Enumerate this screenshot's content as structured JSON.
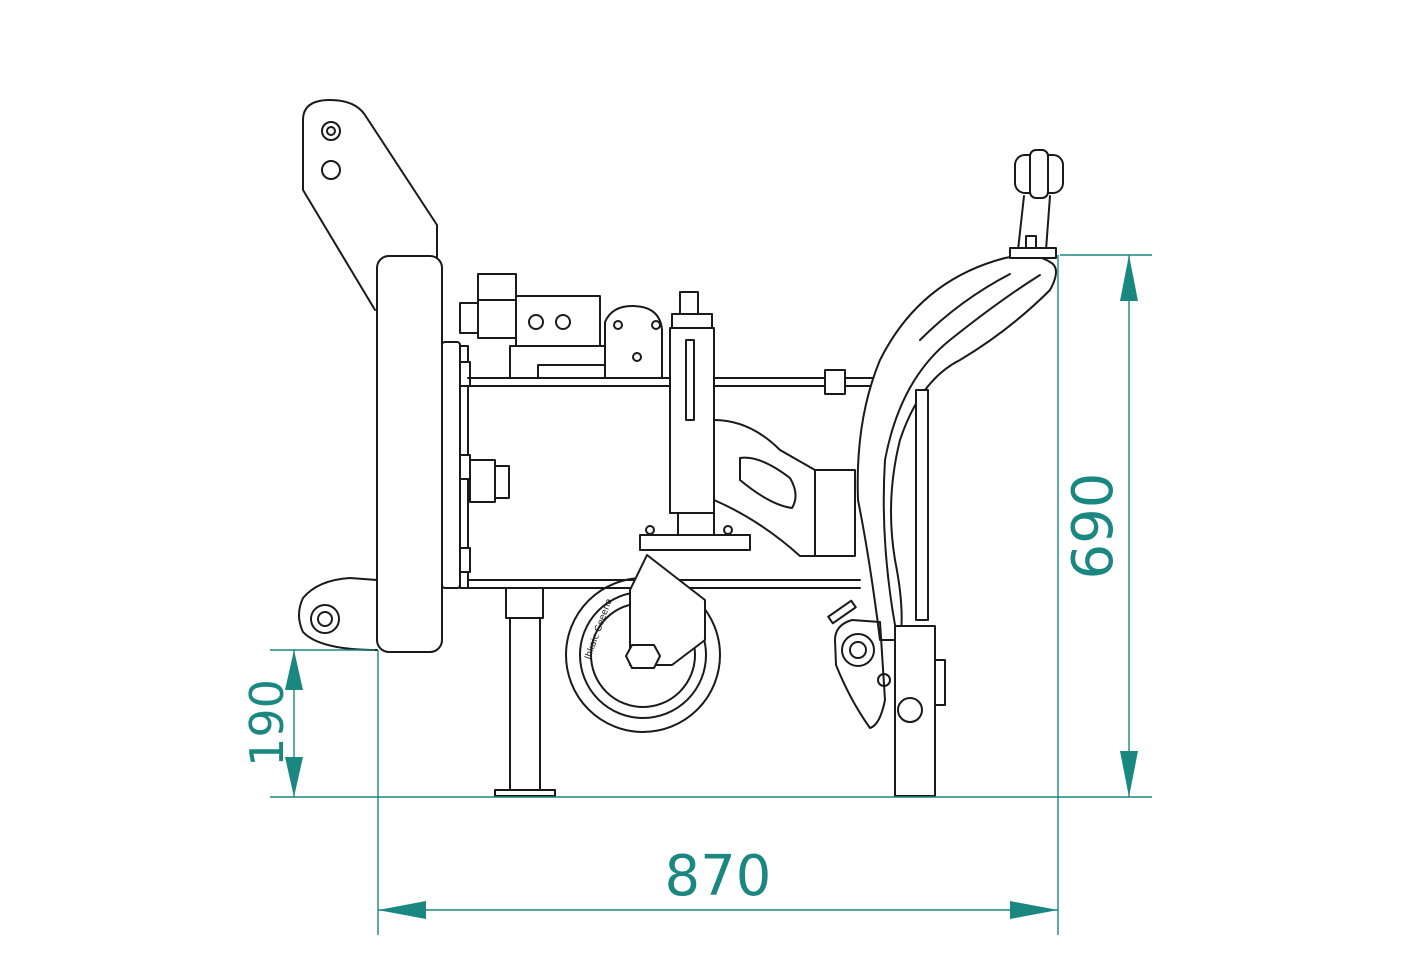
{
  "dimensions": {
    "width_label": "870",
    "height_label": "690",
    "clearance_label": "190"
  },
  "wheel_marking": "Jhkaic Geeena",
  "colors": {
    "dimension": "#1b8781",
    "outline": "#1a1a1a",
    "background": "#ffffff"
  }
}
